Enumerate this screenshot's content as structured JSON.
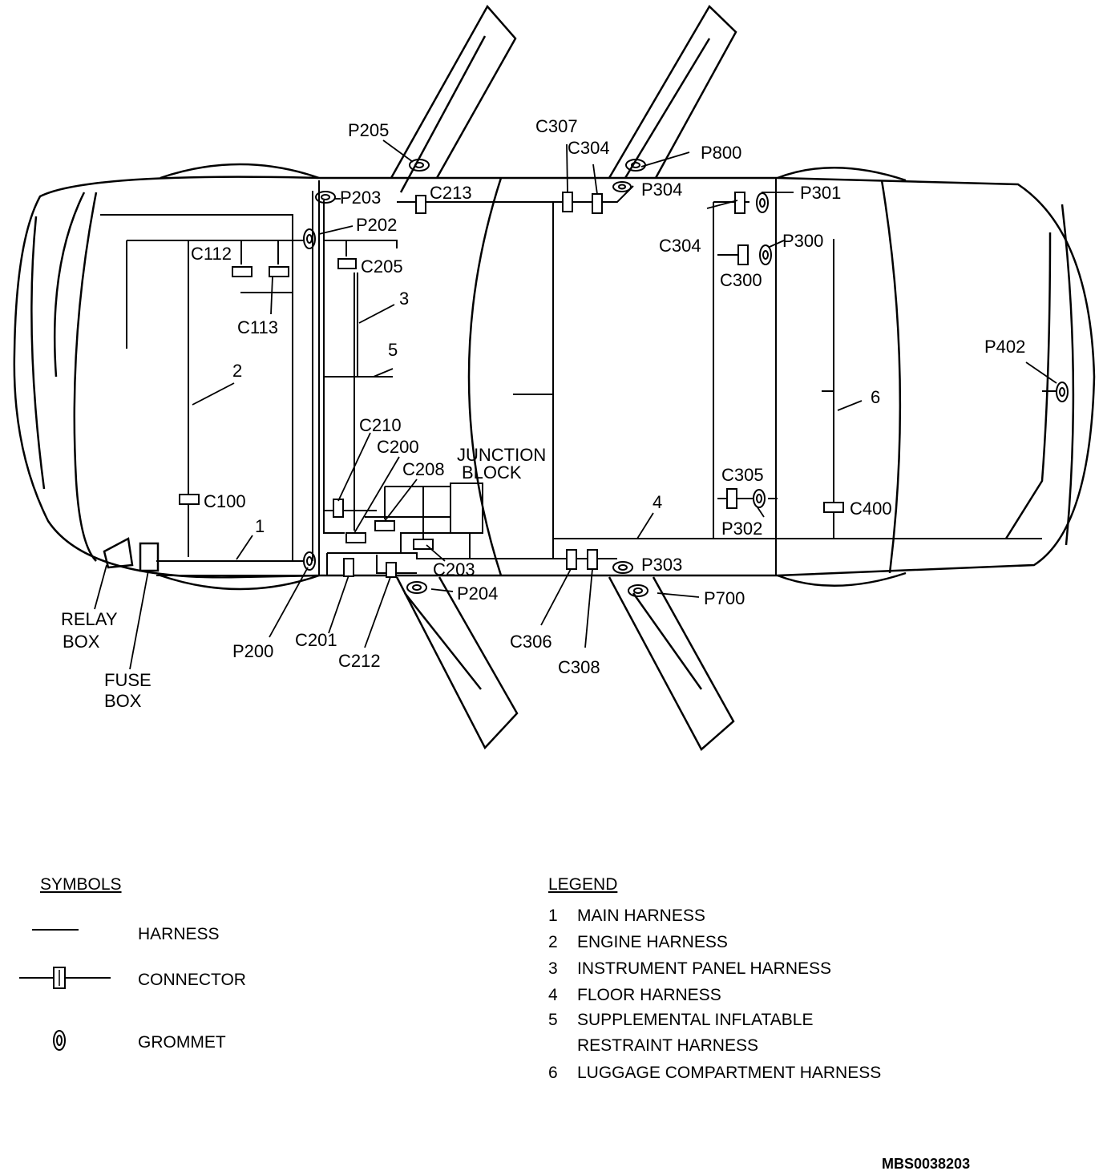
{
  "diagram": {
    "labels": {
      "p205": "P205",
      "p203": "P203",
      "c213": "C213",
      "p202": "P202",
      "c112": "C112",
      "c205": "C205",
      "c113": "C113",
      "n3": "3",
      "n5": "5",
      "n2": "2",
      "c210": "C210",
      "c200": "C200",
      "c208": "C208",
      "junction1": "JUNCTION",
      "junction2": "BLOCK",
      "c100": "C100",
      "n1": "1",
      "c203": "C203",
      "p204": "P204",
      "relay1": "RELAY",
      "relay2": "BOX",
      "fuse1": "FUSE",
      "fuse2": "BOX",
      "p200": "P200",
      "c201": "C201",
      "c212": "C212",
      "c307": "C307",
      "c304a": "C304",
      "p800": "P800",
      "p304": "P304",
      "p301": "P301",
      "c304b": "C304",
      "p300": "P300",
      "c300": "C300",
      "p402": "P402",
      "n6": "6",
      "c305": "C305",
      "n4": "4",
      "p302": "P302",
      "c400": "C400",
      "p303": "P303",
      "p700": "P700",
      "c306": "C306",
      "c308": "C308"
    }
  },
  "symbols": {
    "title": "SYMBOLS",
    "items": [
      {
        "label": "HARNESS"
      },
      {
        "label": "CONNECTOR"
      },
      {
        "label": "GROMMET"
      }
    ]
  },
  "legend": {
    "title": "LEGEND",
    "items": [
      {
        "num": "1",
        "text": "MAIN HARNESS"
      },
      {
        "num": "2",
        "text": "ENGINE HARNESS"
      },
      {
        "num": "3",
        "text": "INSTRUMENT PANEL HARNESS"
      },
      {
        "num": "4",
        "text": "FLOOR HARNESS"
      },
      {
        "num": "5",
        "text": "SUPPLEMENTAL INFLATABLE"
      },
      {
        "num": "",
        "text": "RESTRAINT HARNESS"
      },
      {
        "num": "6",
        "text": "LUGGAGE COMPARTMENT HARNESS"
      }
    ]
  },
  "figure_code": "MBS0038203"
}
